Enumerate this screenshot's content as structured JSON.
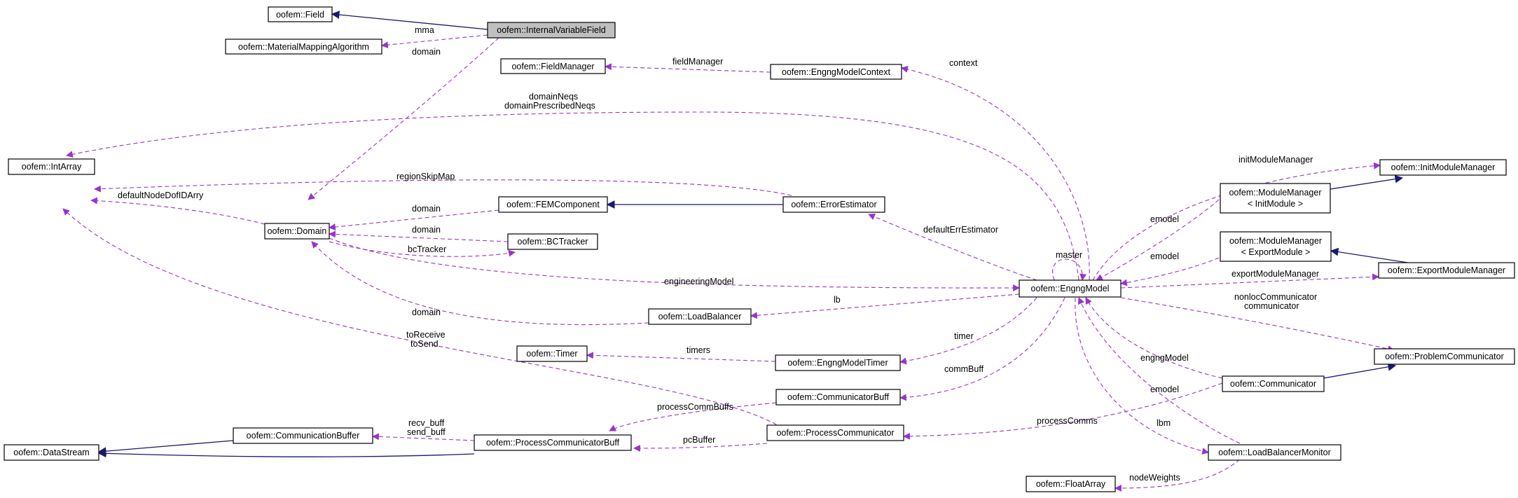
{
  "colors": {
    "inheritance": "#191970",
    "usage": "#9a32cd",
    "focus_fill": "#bfbfbf",
    "node_fill": "#ffffff",
    "node_stroke": "#000000"
  },
  "nodes": {
    "field": "oofem::Field",
    "internal_variable_field": "oofem::InternalVariableField",
    "material_mapping_algorithm": "oofem::MaterialMappingAlgorithm",
    "field_manager": "oofem::FieldManager",
    "engng_model_context": "oofem::EngngModelContext",
    "int_array": "oofem::IntArray",
    "domain": "oofem::Domain",
    "fem_component": "oofem::FEMComponent",
    "error_estimator": "oofem::ErrorEstimator",
    "bc_tracker": "oofem::BCTracker",
    "init_module_manager": "oofem::InitModuleManager",
    "module_manager_init_1": "oofem::ModuleManager",
    "module_manager_init_2": "< InitModule >",
    "module_manager_export_1": "oofem::ModuleManager",
    "module_manager_export_2": "< ExportModule >",
    "export_module_manager": "oofem::ExportModuleManager",
    "engng_model": "oofem::EngngModel",
    "load_balancer": "oofem::LoadBalancer",
    "timer": "oofem::Timer",
    "engng_model_timer": "oofem::EngngModelTimer",
    "problem_communicator": "oofem::ProblemCommunicator",
    "communicator_buff": "oofem::CommunicatorBuff",
    "communicator": "oofem::Communicator",
    "communication_buffer": "oofem::CommunicationBuffer",
    "process_communicator": "oofem::ProcessCommunicator",
    "data_stream": "oofem::DataStream",
    "process_communicator_buff": "oofem::ProcessCommunicatorBuff",
    "load_balancer_monitor": "oofem::LoadBalancerMonitor",
    "float_array": "oofem::FloatArray"
  },
  "edge_labels": {
    "mma": "mma",
    "domain_ivf": "domain",
    "field_manager": "fieldManager",
    "context": "context",
    "domain_neqs": "domainNeqs",
    "domain_prescribed_neqs": "domainPrescribedNeqs",
    "region_skip_map": "regionSkipMap",
    "default_node_dof_id_arry": "defaultNodeDofIDArry",
    "domain_fem": "domain",
    "domain_bct": "domain",
    "bc_tracker": "bcTracker",
    "default_err_estimator": "defaultErrEstimator",
    "master": "master",
    "init_module_manager": "initModuleManager",
    "emodel_init": "emodel",
    "emodel_export": "emodel",
    "export_module_manager": "exportModuleManager",
    "engineering_model": "engineeringModel",
    "lb": "lb",
    "domain_lb": "domain",
    "nonloc_communicator": "nonlocCommunicator",
    "communicator": "communicator",
    "to_receive": "toReceive",
    "to_send": "toSend",
    "timers": "timers",
    "timer": "timer",
    "engng_model_comm": "engngModel",
    "comm_buff": "commBuff",
    "process_comm_buffs": "processCommBuffs",
    "emodel_lbm": "emodel",
    "recv_buff": "recv_buff",
    "send_buff": "send_buff",
    "process_comms": "processComms",
    "lbm": "lbm",
    "pc_buffer": "pcBuffer",
    "node_weights": "nodeWeights"
  }
}
